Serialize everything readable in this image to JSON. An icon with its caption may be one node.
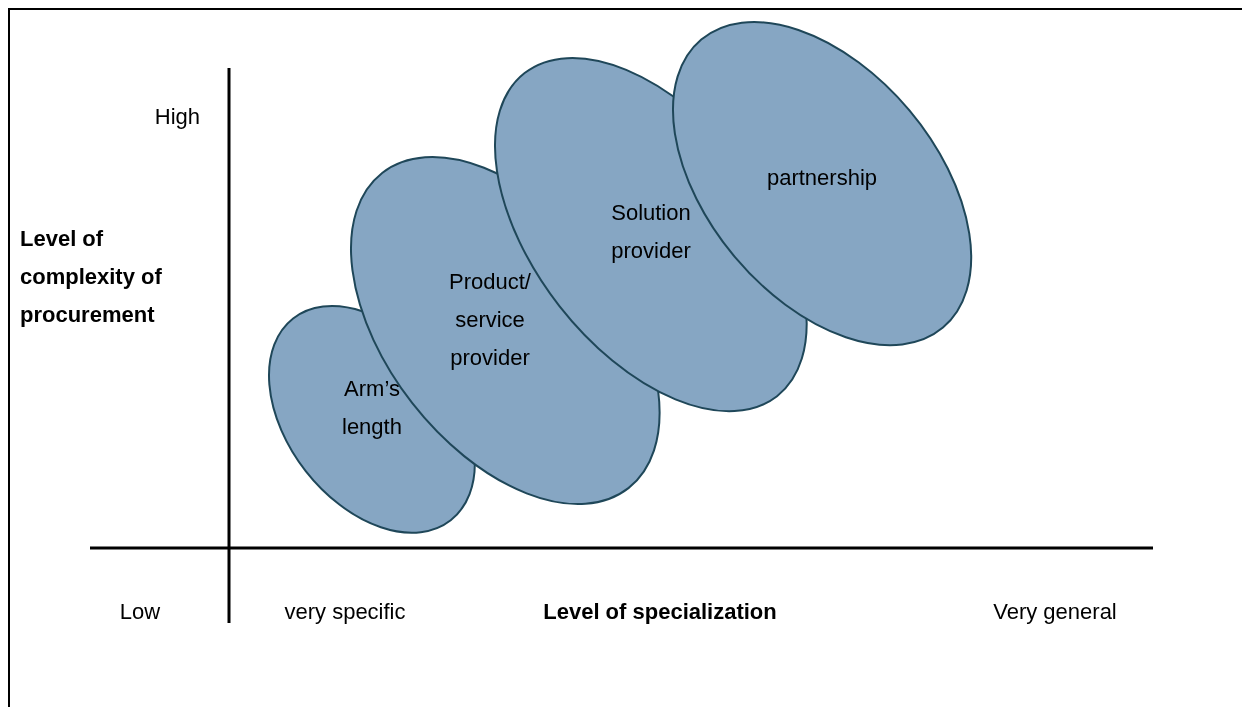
{
  "diagram": {
    "nodes": [
      {
        "text": [
          "Arm’s length"
        ]
      },
      {
        "text": [
          "Product/ service provider"
        ]
      },
      {
        "text": [
          "Solution provider"
        ]
      },
      {
        "text": [
          "partnership"
        ]
      }
    ],
    "labels": [
      "High",
      "Level of complexity of procurement",
      "Low",
      "very specific",
      "Level of specialization",
      "Very general"
    ]
  }
}
